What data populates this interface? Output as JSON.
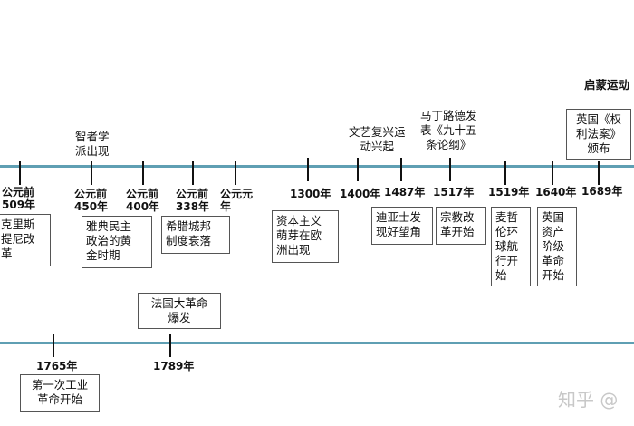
{
  "heading": "启蒙运动",
  "upper_line": {
    "dates": {
      "d509": [
        "公元前",
        "509年"
      ],
      "d450": [
        "公元前",
        "450年"
      ],
      "d400": [
        "公元前",
        "400年"
      ],
      "d338": [
        "公元前",
        "338年"
      ],
      "dyuan": [
        "公元元",
        "年"
      ],
      "d1300": "1300年",
      "d1400": "1400年",
      "d1487": "1487年",
      "d1517": "1517年",
      "d1519": "1519年",
      "d1640": "1640年",
      "d1689": "1689年"
    },
    "notes": {
      "sophists": [
        "智者学",
        "派出现"
      ],
      "renaissance": [
        "文艺复兴运",
        "动兴起"
      ],
      "luther": [
        "马丁路德发",
        "表《九十五",
        "条论纲》"
      ]
    },
    "boxes": {
      "cleisthenes": [
        "克里斯",
        "提尼改",
        "革"
      ],
      "athens": [
        "雅典民主",
        "政治的黄",
        "金时期"
      ],
      "citystate": [
        "希腊城邦",
        "制度衰落"
      ],
      "capitalism": [
        "资本主义",
        "萌芽在欧",
        "洲出现"
      ],
      "dias": [
        "迪亚士发",
        "现好望角"
      ],
      "reformation": [
        "宗教改",
        "革开始"
      ],
      "magellan": [
        "麦哲",
        "伦环",
        "球航",
        "行开",
        "始"
      ],
      "english_rev": [
        "英国",
        "资产",
        "阶级",
        "革命",
        "开始"
      ],
      "bill": [
        "英国《权",
        "利法案》",
        "颁布"
      ]
    }
  },
  "lower_line": {
    "dates": {
      "d1765": "1765年",
      "d1789": "1789年"
    },
    "boxes": {
      "french": [
        "法国大革命",
        "爆发"
      ],
      "industrial": [
        "第一次工业",
        "革命开始"
      ]
    }
  },
  "watermark": "知乎 @"
}
